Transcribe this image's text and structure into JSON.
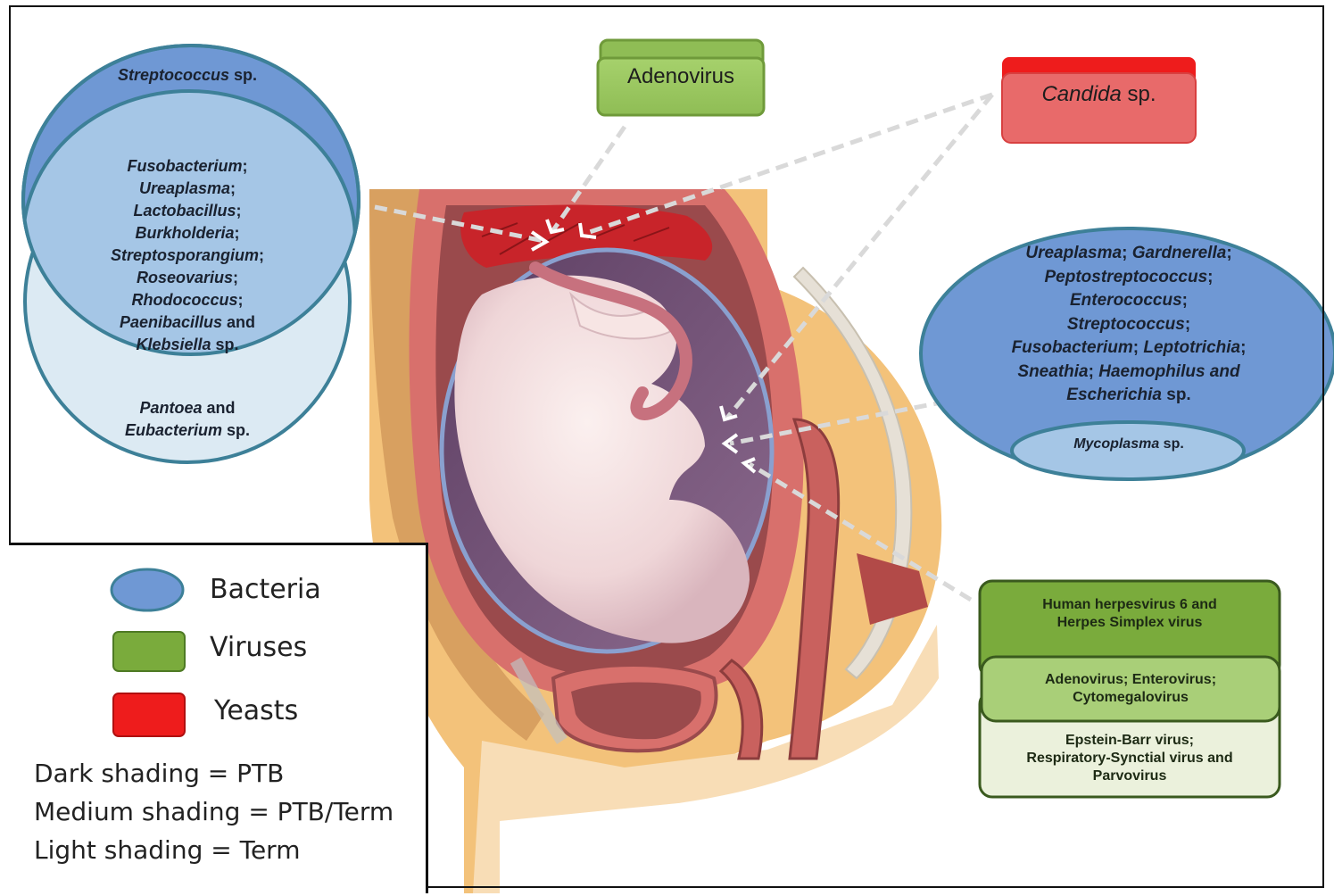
{
  "colors": {
    "bacteria_dark": "#6f98d4",
    "bacteria_medium": "#a5c6e6",
    "bacteria_light": "#dceaf3",
    "bacteria_border": "#3d8098",
    "virus_dark": "#7aab3c",
    "virus_medium": "#a9cf78",
    "virus_light": "#ebf1dc",
    "virus_border": "#3a5a1e",
    "yeast_dark": "#ee1c1c",
    "yeast_medium": "#e86a6a",
    "tissue_outer": "#f3c27a",
    "tissue_skin": "#f8ddb6",
    "uterus_wall": "#d8706c",
    "uterus_dark": "#9a4a4c",
    "placenta": "#c8242a",
    "amniotic": "#6f5176",
    "fetus": "#f4e2e2"
  },
  "left_ellipse": {
    "dark_lines": [
      [
        {
          "t": "Streptococcus",
          "i": true
        },
        {
          "t": " sp.",
          "i": false
        }
      ]
    ],
    "medium_lines": [
      [
        {
          "t": "Fusobacterium",
          "i": true
        },
        {
          "t": ";",
          "i": false
        }
      ],
      [
        {
          "t": "Ureaplasma",
          "i": true
        },
        {
          "t": ";",
          "i": false
        }
      ],
      [
        {
          "t": "Lactobacillus",
          "i": true
        },
        {
          "t": ";",
          "i": false
        }
      ],
      [
        {
          "t": "Burkholderia",
          "i": true
        },
        {
          "t": ";",
          "i": false
        }
      ],
      [
        {
          "t": "Streptosporangium",
          "i": true
        },
        {
          "t": ";",
          "i": false
        }
      ],
      [
        {
          "t": "Roseovarius",
          "i": true
        },
        {
          "t": ";",
          "i": false
        }
      ],
      [
        {
          "t": "Rhodococcus",
          "i": true
        },
        {
          "t": ";",
          "i": false
        }
      ],
      [
        {
          "t": "Paenibacillus",
          "i": true
        },
        {
          "t": " and",
          "i": false
        }
      ],
      [
        {
          "t": "Klebsiella",
          "i": true
        },
        {
          "t": " sp.",
          "i": false
        }
      ]
    ],
    "light_lines": [
      [
        {
          "t": "Pantoea",
          "i": true
        },
        {
          "t": " and",
          "i": false
        }
      ],
      [
        {
          "t": "Eubacterium",
          "i": true
        },
        {
          "t": " sp.",
          "i": false
        }
      ]
    ]
  },
  "right_ellipse": {
    "medium_lines": [
      [
        {
          "t": "Ureaplasma",
          "i": true
        },
        {
          "t": "; ",
          "i": false
        },
        {
          "t": "Gardnerella",
          "i": true
        },
        {
          "t": ";",
          "i": false
        }
      ],
      [
        {
          "t": "Peptostreptococcus",
          "i": true
        },
        {
          "t": ";",
          "i": false
        }
      ],
      [
        {
          "t": "Enterococcus",
          "i": true
        },
        {
          "t": ";",
          "i": false
        }
      ],
      [
        {
          "t": "Streptococcus",
          "i": true
        },
        {
          "t": ";",
          "i": false
        }
      ],
      [
        {
          "t": "Fusobacterium",
          "i": true
        },
        {
          "t": "; ",
          "i": false
        },
        {
          "t": "Leptotrichia",
          "i": true
        },
        {
          "t": ";",
          "i": false
        }
      ],
      [
        {
          "t": "Sneathia",
          "i": true
        },
        {
          "t": "; ",
          "i": false
        },
        {
          "t": "Haemophilus and",
          "i": true
        }
      ],
      [
        {
          "t": "Escherichia",
          "i": true
        },
        {
          "t": " sp.",
          "i": false
        }
      ]
    ],
    "light_lines": [
      [
        {
          "t": "Mycoplasma",
          "i": true
        },
        {
          "t": " sp.",
          "i": false
        }
      ]
    ]
  },
  "adenovirus_box": {
    "label": "Adenovirus"
  },
  "candida_box": {
    "label_italic": "Candida",
    "label_rest": " sp."
  },
  "virus_stack": {
    "dark_text": [
      "Human herpesvirus 6 and",
      "Herpes Simplex virus"
    ],
    "medium_text": [
      "Adenovirus;  Enterovirus;",
      "Cytomegalovirus"
    ],
    "light_text": [
      "Epstein-Barr virus;",
      "Respiratory-Synctial virus and",
      "Parvovirus"
    ]
  },
  "legend": {
    "bacteria": "Bacteria",
    "viruses": "Viruses",
    "yeasts": "Yeasts",
    "dark_shading": "Dark shading = PTB",
    "medium_shading": "Medium shading = PTB/Term",
    "light_shading": "Light shading = Term"
  }
}
